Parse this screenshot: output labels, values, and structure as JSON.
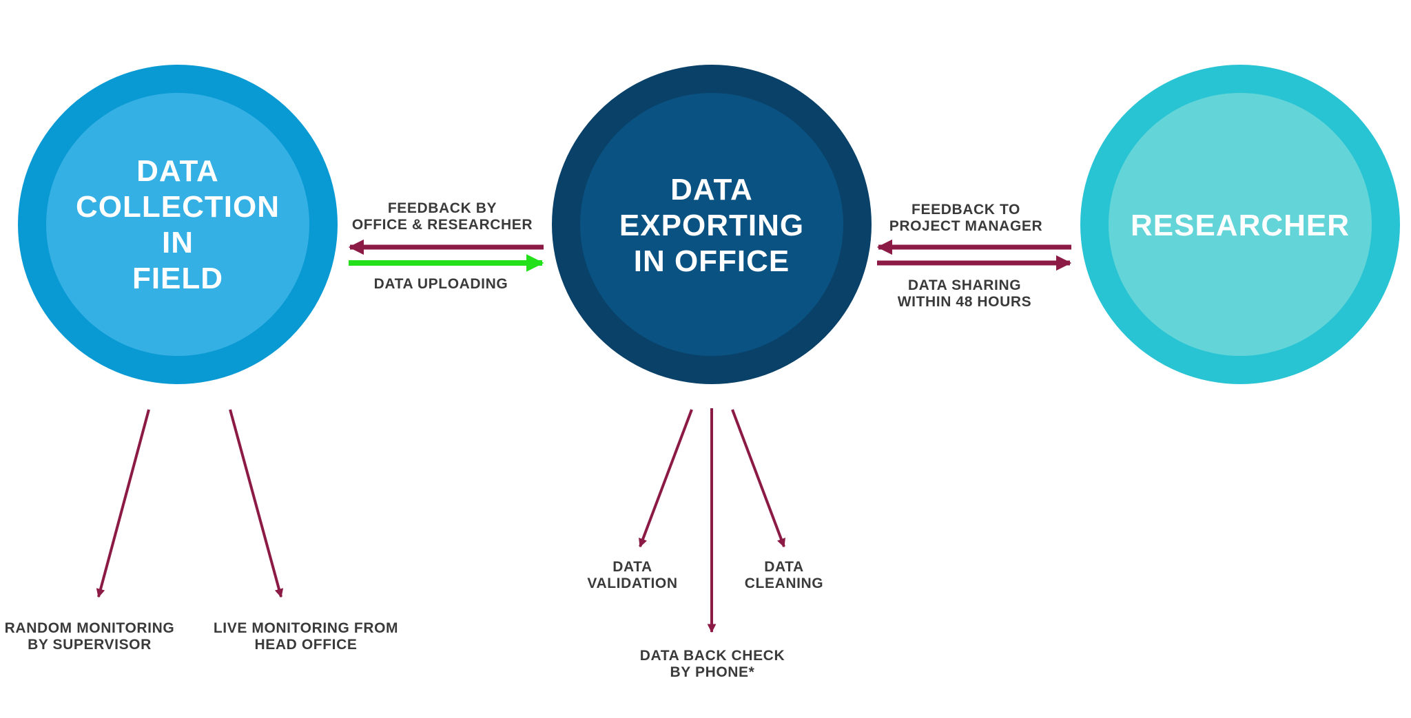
{
  "colors": {
    "arrow": "#8b1a45",
    "upload_arrow": "#22e01a",
    "field_outer": "#0a9ad3",
    "field_inner": "#35b0e5",
    "office_outer": "#0a4168",
    "office_inner": "#0a5282",
    "researcher_outer": "#29c4d4",
    "researcher_inner": "#63d4d8",
    "label_text": "#3a3a3a",
    "title_text": "#ffffff"
  },
  "nodes": {
    "field": {
      "lines": [
        "DATA",
        "COLLECTION",
        "IN",
        "FIELD"
      ]
    },
    "office": {
      "lines": [
        "DATA",
        "EXPORTING",
        "IN OFFICE"
      ]
    },
    "researcher": {
      "lines": [
        "RESEARCHER"
      ]
    }
  },
  "edges": {
    "feedback_office_researcher": {
      "lines": [
        "FEEDBACK BY",
        "OFFICE & RESEARCHER"
      ]
    },
    "data_uploading": {
      "lines": [
        "DATA UPLOADING"
      ]
    },
    "feedback_project_manager": {
      "lines": [
        "FEEDBACK TO",
        "PROJECT MANAGER"
      ]
    },
    "data_sharing": {
      "lines": [
        "DATA SHARING",
        "WITHIN 48 HOURS"
      ]
    }
  },
  "outputs": {
    "random_monitoring": {
      "lines": [
        "RANDOM MONITORING",
        "BY SUPERVISOR"
      ]
    },
    "live_monitoring": {
      "lines": [
        "LIVE MONITORING FROM",
        "HEAD OFFICE"
      ]
    },
    "data_validation": {
      "lines": [
        "DATA",
        "VALIDATION"
      ]
    },
    "data_cleaning": {
      "lines": [
        "DATA",
        "CLEANING"
      ]
    },
    "data_back_check": {
      "lines": [
        "DATA BACK CHECK",
        "BY PHONE*"
      ]
    }
  }
}
